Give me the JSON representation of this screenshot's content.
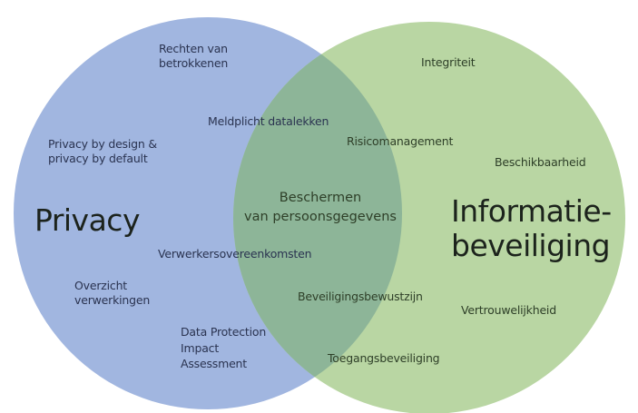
{
  "diagram": {
    "type": "venn",
    "colors": {
      "privacy_circle": "#A1B6E0",
      "security_circle": "#B9D6A3",
      "overlap": "#8DB598",
      "privacy_text": "#2A3350",
      "security_text": "#2E3F28",
      "title_text": "#1C231C"
    },
    "sets": {
      "privacy": {
        "title": "Privacy",
        "items": [
          {
            "line1": "Rechten van",
            "line2": "betrokkenen"
          },
          {
            "line1": "Privacy by design &",
            "line2": "privacy by default"
          },
          {
            "line1": "Overzicht",
            "line2": "verwerkingen"
          },
          {
            "line1": "Data Protection",
            "line2": "Impact",
            "line3": "Assessment"
          }
        ]
      },
      "security": {
        "title_line1": "Informatie-",
        "title_line2": "beveiliging",
        "items": [
          "Integriteit",
          "Beschikbaarheid",
          "Vertrouwelijkheid"
        ]
      },
      "overlap": {
        "center_line1": "Beschermen",
        "center_line2": "van persoonsgegevens"
      },
      "boundary_items": [
        "Meldplicht datalekken",
        "Risicomanagement",
        "Verwerkersovereenkomsten",
        "Beveiligingsbewustzijn",
        "Toegangsbeveiliging"
      ]
    }
  }
}
